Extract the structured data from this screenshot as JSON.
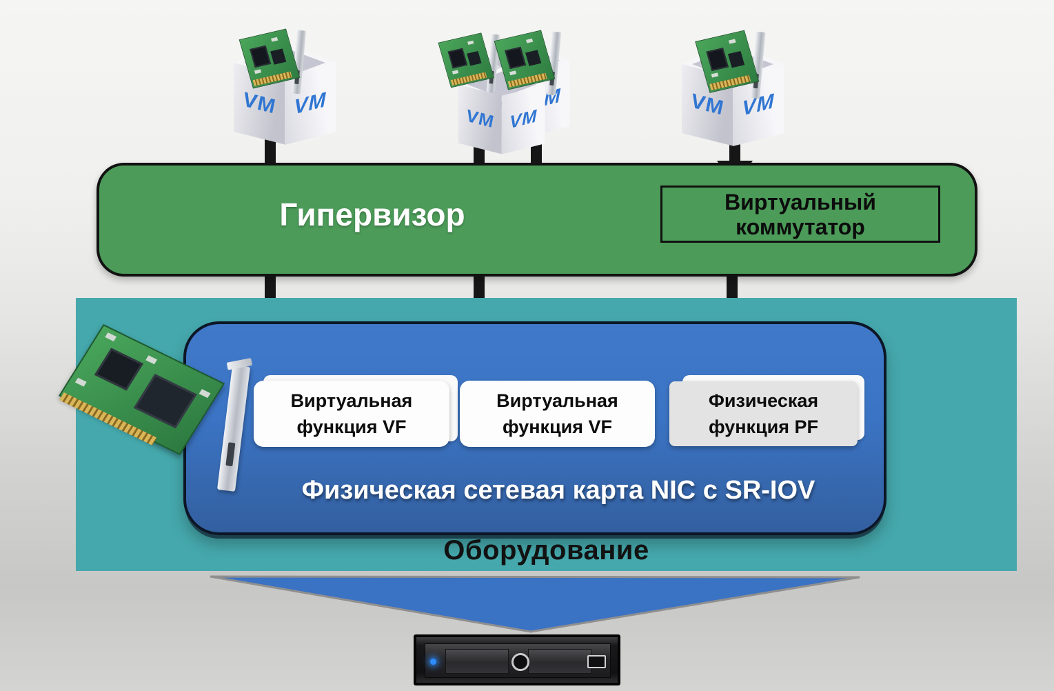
{
  "diagram": {
    "hypervisor": {
      "label": "Гипервизор"
    },
    "virtual_switch": {
      "label_line1": "Виртуальный",
      "label_line2": "коммутатор"
    },
    "vm_label": "VM",
    "functions": {
      "vf1": {
        "line1": "Виртуальная",
        "line2": "функция VF"
      },
      "vf2": {
        "line1": "Виртуальная",
        "line2": "функция VF"
      },
      "pf": {
        "line1": "Физическая",
        "line2": "функция PF"
      }
    },
    "nic": {
      "label": "Физическая сетевая карта NIC с SR-IOV"
    },
    "hardware": {
      "label": "Оборудование"
    }
  },
  "colors": {
    "c-green": "#4c9b59",
    "c-teal": "#45a8ac",
    "c-blue": "#3b74c4",
    "c-funnel": "#3a72c4",
    "c-arrow": "#161616",
    "c-vmtext": "#3076d2",
    "c-vf": "#fdfdfd",
    "c-pf": "#e3e3e3",
    "c-pcb": "#3f9e52"
  }
}
